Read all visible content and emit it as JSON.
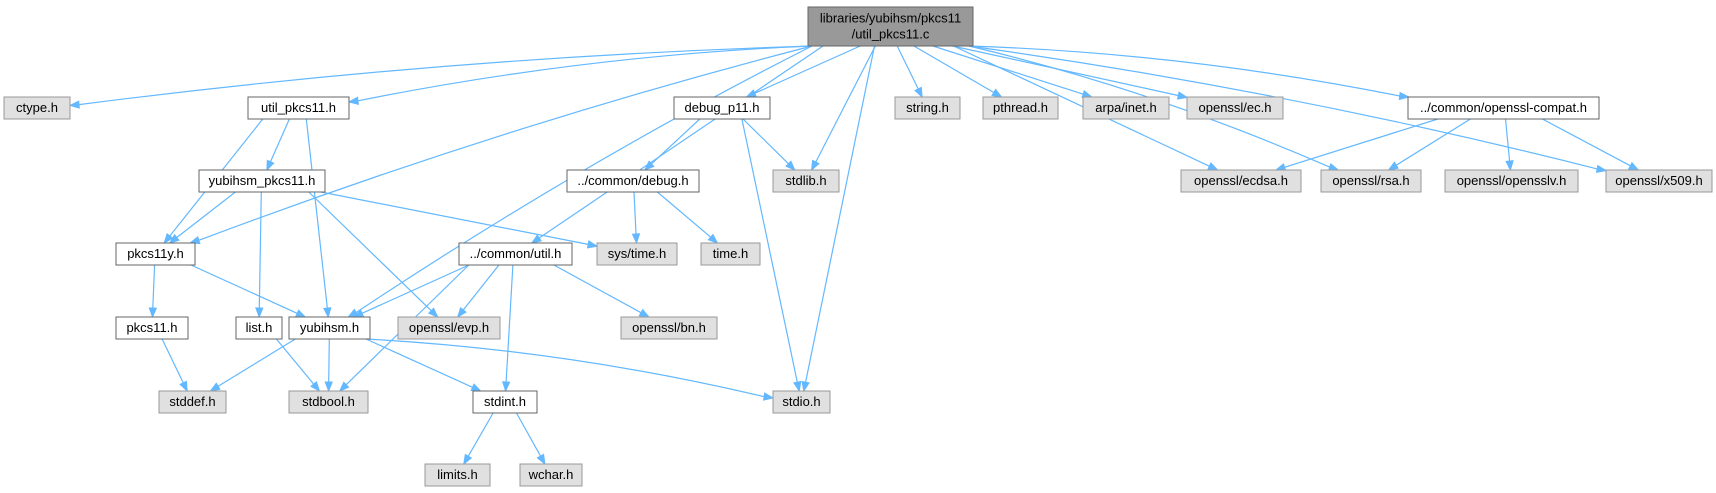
{
  "colors": {
    "root_fill": "#999999",
    "root_stroke": "#666666",
    "local_fill": "#ffffff",
    "local_stroke": "#666666",
    "system_fill": "#e0e0e0",
    "system_stroke": "#999999",
    "edge": "#63b8ff"
  },
  "nodes": [
    {
      "id": "root",
      "kind": "root",
      "lines": [
        "libraries/yubihsm/pkcs11",
        "/util_pkcs11.c"
      ]
    },
    {
      "id": "ctype",
      "kind": "system",
      "lines": [
        "ctype.h"
      ]
    },
    {
      "id": "util_pkcs11",
      "kind": "local",
      "lines": [
        "util_pkcs11.h"
      ]
    },
    {
      "id": "debug_p11",
      "kind": "local",
      "lines": [
        "debug_p11.h"
      ]
    },
    {
      "id": "string",
      "kind": "system",
      "lines": [
        "string.h"
      ]
    },
    {
      "id": "pthread",
      "kind": "system",
      "lines": [
        "pthread.h"
      ]
    },
    {
      "id": "arpa_inet",
      "kind": "system",
      "lines": [
        "arpa/inet.h"
      ]
    },
    {
      "id": "openssl_ec",
      "kind": "system",
      "lines": [
        "openssl/ec.h"
      ]
    },
    {
      "id": "openssl_compat",
      "kind": "local",
      "lines": [
        "../common/openssl-compat.h"
      ]
    },
    {
      "id": "yubihsm_pkcs11",
      "kind": "local",
      "lines": [
        "yubihsm_pkcs11.h"
      ]
    },
    {
      "id": "common_debug",
      "kind": "local",
      "lines": [
        "../common/debug.h"
      ]
    },
    {
      "id": "stdlib",
      "kind": "system",
      "lines": [
        "stdlib.h"
      ]
    },
    {
      "id": "openssl_ecdsa",
      "kind": "system",
      "lines": [
        "openssl/ecdsa.h"
      ]
    },
    {
      "id": "openssl_rsa",
      "kind": "system",
      "lines": [
        "openssl/rsa.h"
      ]
    },
    {
      "id": "openssl_opensslv",
      "kind": "system",
      "lines": [
        "openssl/opensslv.h"
      ]
    },
    {
      "id": "openssl_x509",
      "kind": "system",
      "lines": [
        "openssl/x509.h"
      ]
    },
    {
      "id": "pkcs11y",
      "kind": "local",
      "lines": [
        "pkcs11y.h"
      ]
    },
    {
      "id": "common_util",
      "kind": "local",
      "lines": [
        "../common/util.h"
      ]
    },
    {
      "id": "sys_time",
      "kind": "system",
      "lines": [
        "sys/time.h"
      ]
    },
    {
      "id": "time",
      "kind": "system",
      "lines": [
        "time.h"
      ]
    },
    {
      "id": "pkcs11",
      "kind": "local",
      "lines": [
        "pkcs11.h"
      ]
    },
    {
      "id": "list",
      "kind": "local",
      "lines": [
        "list.h"
      ]
    },
    {
      "id": "yubihsm",
      "kind": "local",
      "lines": [
        "yubihsm.h"
      ]
    },
    {
      "id": "openssl_evp",
      "kind": "system",
      "lines": [
        "openssl/evp.h"
      ]
    },
    {
      "id": "openssl_bn",
      "kind": "system",
      "lines": [
        "openssl/bn.h"
      ]
    },
    {
      "id": "stddef",
      "kind": "system",
      "lines": [
        "stddef.h"
      ]
    },
    {
      "id": "stdbool",
      "kind": "system",
      "lines": [
        "stdbool.h"
      ]
    },
    {
      "id": "stdint",
      "kind": "local",
      "lines": [
        "stdint.h"
      ]
    },
    {
      "id": "stdio",
      "kind": "system",
      "lines": [
        "stdio.h"
      ]
    },
    {
      "id": "limits",
      "kind": "system",
      "lines": [
        "limits.h"
      ]
    },
    {
      "id": "wchar",
      "kind": "system",
      "lines": [
        "wchar.h"
      ]
    }
  ],
  "edges": [
    [
      "root",
      "ctype"
    ],
    [
      "root",
      "util_pkcs11"
    ],
    [
      "root",
      "pkcs11y"
    ],
    [
      "root",
      "yubihsm"
    ],
    [
      "root",
      "common_util"
    ],
    [
      "root",
      "debug_p11"
    ],
    [
      "root",
      "stdlib"
    ],
    [
      "root",
      "stdio"
    ],
    [
      "root",
      "string"
    ],
    [
      "root",
      "pthread"
    ],
    [
      "root",
      "arpa_inet"
    ],
    [
      "root",
      "openssl_ec"
    ],
    [
      "root",
      "openssl_ecdsa"
    ],
    [
      "root",
      "openssl_rsa"
    ],
    [
      "root",
      "openssl_compat"
    ],
    [
      "root",
      "openssl_x509"
    ],
    [
      "util_pkcs11",
      "yubihsm_pkcs11"
    ],
    [
      "util_pkcs11",
      "pkcs11y"
    ],
    [
      "util_pkcs11",
      "yubihsm"
    ],
    [
      "yubihsm_pkcs11",
      "pkcs11y"
    ],
    [
      "yubihsm_pkcs11",
      "list"
    ],
    [
      "yubihsm_pkcs11",
      "openssl_evp"
    ],
    [
      "yubihsm_pkcs11",
      "sys_time"
    ],
    [
      "debug_p11",
      "common_debug"
    ],
    [
      "debug_p11",
      "stdlib"
    ],
    [
      "debug_p11",
      "stdio"
    ],
    [
      "common_debug",
      "sys_time"
    ],
    [
      "common_debug",
      "time"
    ],
    [
      "openssl_compat",
      "openssl_ecdsa"
    ],
    [
      "openssl_compat",
      "openssl_rsa"
    ],
    [
      "openssl_compat",
      "openssl_opensslv"
    ],
    [
      "openssl_compat",
      "openssl_x509"
    ],
    [
      "pkcs11y",
      "pkcs11"
    ],
    [
      "pkcs11y",
      "yubihsm"
    ],
    [
      "common_util",
      "yubihsm"
    ],
    [
      "common_util",
      "openssl_evp"
    ],
    [
      "common_util",
      "openssl_bn"
    ],
    [
      "common_util",
      "stdbool"
    ],
    [
      "common_util",
      "stdint"
    ],
    [
      "pkcs11",
      "stddef"
    ],
    [
      "list",
      "stdbool"
    ],
    [
      "yubihsm",
      "stddef"
    ],
    [
      "yubihsm",
      "stdbool"
    ],
    [
      "yubihsm",
      "stdint"
    ],
    [
      "yubihsm",
      "stdio"
    ],
    [
      "stdint",
      "limits"
    ],
    [
      "stdint",
      "wchar"
    ]
  ]
}
